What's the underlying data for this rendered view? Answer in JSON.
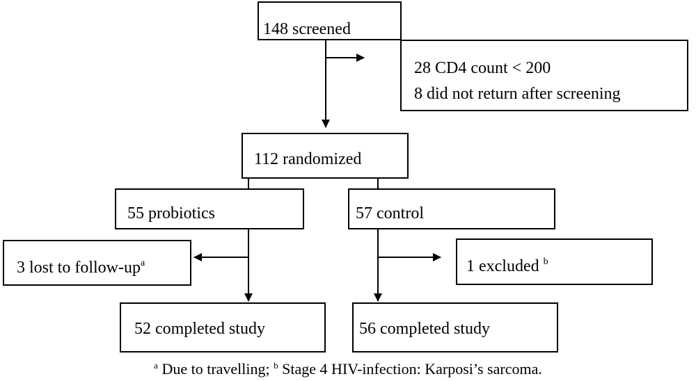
{
  "flowchart": {
    "screened": "148 screened",
    "excluded_reasons": [
      "28 CD4 count < 200",
      "8 did not return after screening"
    ],
    "randomized": "112 randomized",
    "probiotics_arm": {
      "allocated": "55 probiotics",
      "lost": "3 lost to follow-up",
      "lost_mark": "a",
      "completed": "52 completed study"
    },
    "control_arm": {
      "allocated": "57 control",
      "excluded": "1 excluded",
      "excluded_mark": "b",
      "completed": "56 completed study"
    }
  },
  "footnote": {
    "a_mark": "a",
    "a_text": " Due to travelling; ",
    "b_mark": "b",
    "b_text": " Stage 4 HIV-infection: Karposi’s sarcoma."
  },
  "colors": {
    "line": "#000000",
    "background": "#ffffff"
  }
}
